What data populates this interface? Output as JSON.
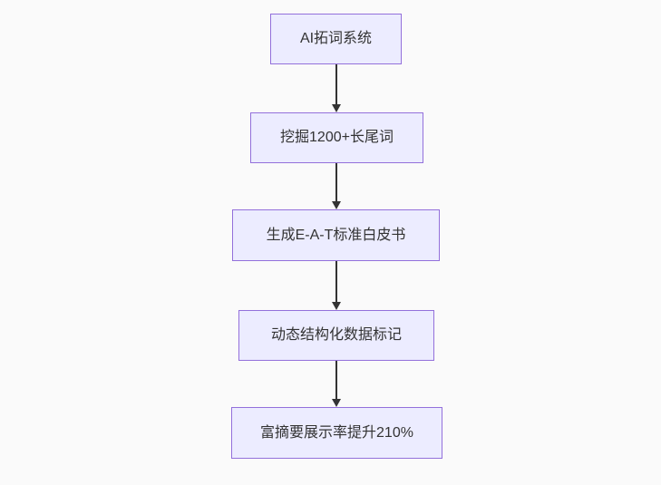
{
  "page": {
    "background_color": "#fafafa"
  },
  "flowchart": {
    "type": "flowchart",
    "direction": "top-down",
    "node_fill_color": "#ECECFF",
    "node_border_color": "#9370DB",
    "text_color": "#333333",
    "edge_color": "#333333",
    "nodes": [
      {
        "id": "n1",
        "label": "AI拓词系统"
      },
      {
        "id": "n2",
        "label": "挖掘1200+长尾词"
      },
      {
        "id": "n3",
        "label": "生成E-A-T标准白皮书"
      },
      {
        "id": "n4",
        "label": "动态结构化数据标记"
      },
      {
        "id": "n5",
        "label": "富摘要展示率提升210%"
      }
    ],
    "edges": [
      {
        "from": "n1",
        "to": "n2",
        "arrow": "down"
      },
      {
        "from": "n2",
        "to": "n3",
        "arrow": "down"
      },
      {
        "from": "n3",
        "to": "n4",
        "arrow": "down"
      },
      {
        "from": "n4",
        "to": "n5",
        "arrow": "down"
      }
    ]
  }
}
